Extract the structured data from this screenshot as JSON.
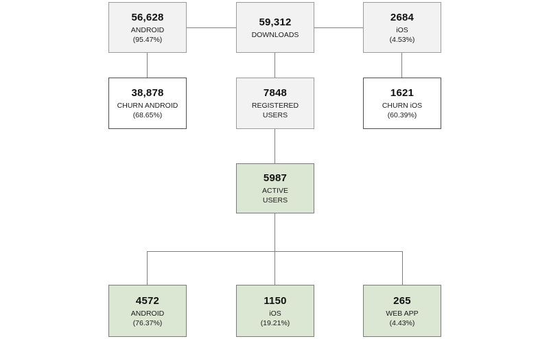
{
  "diagram": {
    "type": "funnel-flowchart",
    "colors": {
      "gray_fill": "#f2f2f2",
      "white_fill": "#ffffff",
      "green_fill": "#dbe7d3",
      "border_gray": "#9a9a9a",
      "border_dark": "#4d4d4d",
      "connector": "#808080"
    },
    "nodes": {
      "android_downloads": {
        "value": "56,628",
        "label": "ANDROID",
        "pct": "(95.47%)"
      },
      "downloads": {
        "value": "59,312",
        "label": "DOWNLOADS"
      },
      "ios_downloads": {
        "value": "2684",
        "label": "iOS",
        "pct": "(4.53%)"
      },
      "churn_android": {
        "value": "38,878",
        "label": "CHURN ANDROID",
        "pct": "(68.65%)"
      },
      "registered_users": {
        "value": "7848",
        "label": "REGISTERED\nUSERS"
      },
      "churn_ios": {
        "value": "1621",
        "label": "CHURN iOS",
        "pct": "(60.39%)"
      },
      "active_users": {
        "value": "5987",
        "label": "ACTIVE\nUSERS"
      },
      "active_android": {
        "value": "4572",
        "label": "ANDROID",
        "pct": "(76.37%)"
      },
      "active_ios": {
        "value": "1150",
        "label": "iOS",
        "pct": "(19.21%)"
      },
      "active_web": {
        "value": "265",
        "label": "WEB APP",
        "pct": "(4.43%)"
      }
    },
    "edges": [
      "android_downloads - downloads",
      "downloads - ios_downloads",
      "android_downloads - churn_android",
      "downloads - registered_users",
      "ios_downloads - churn_ios",
      "registered_users - active_users",
      "active_users - active_android",
      "active_users - active_ios",
      "active_users - active_web"
    ]
  }
}
